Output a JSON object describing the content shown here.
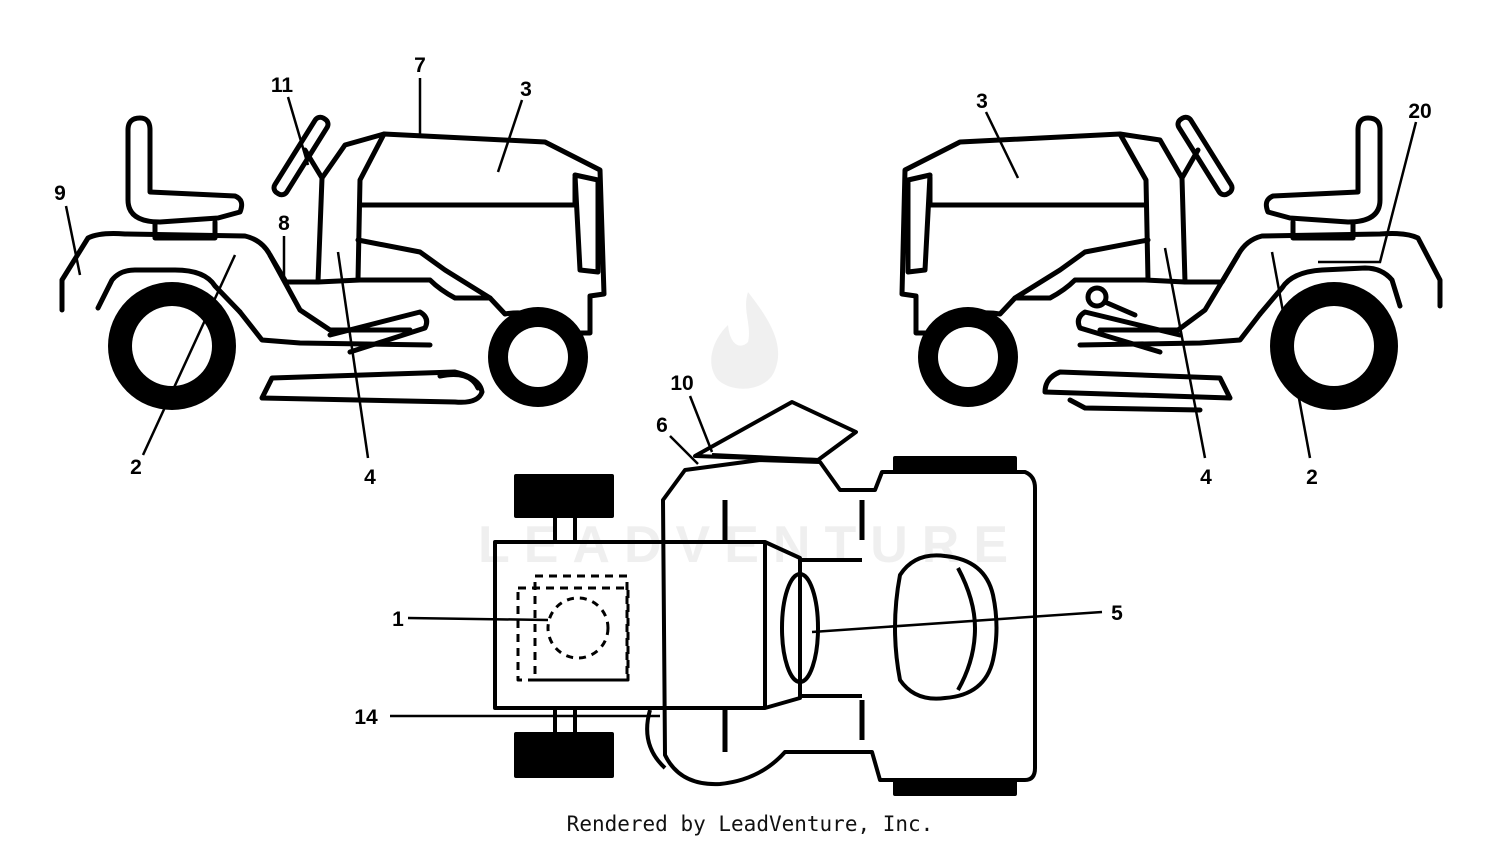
{
  "callouts": {
    "c1": "1",
    "c2_left": "2",
    "c2_right": "2",
    "c3_left": "3",
    "c3_right": "3",
    "c4_left": "4",
    "c4_right": "4",
    "c5": "5",
    "c6": "6",
    "c7": "7",
    "c8": "8",
    "c9": "9",
    "c10": "10",
    "c11": "11",
    "c14": "14",
    "c20": "20"
  },
  "watermark": {
    "text": "LEADVENTURE"
  },
  "footer": {
    "text": "Rendered by LeadVenture, Inc."
  },
  "colors": {
    "line": "#000000",
    "background": "#ffffff"
  }
}
